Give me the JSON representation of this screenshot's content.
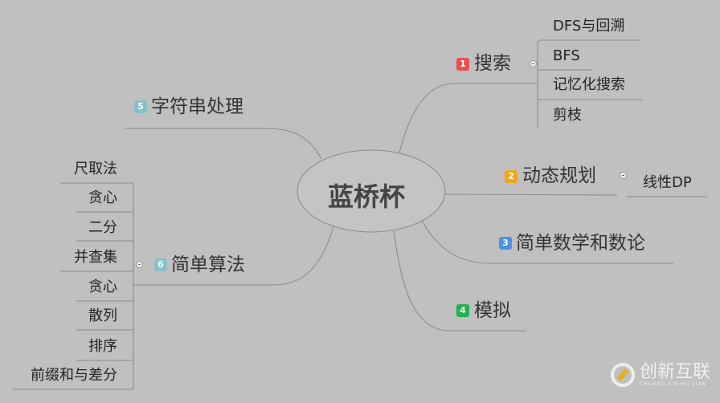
{
  "central_topic": "蓝桥杯",
  "branches": [
    {
      "number": "1",
      "label": "搜索",
      "color": "#e85050",
      "children": [
        "DFS与回溯",
        "BFS",
        "记忆化搜索",
        "剪枝"
      ]
    },
    {
      "number": "2",
      "label": "动态规划",
      "color": "#f0a818",
      "children": [
        "线性DP"
      ]
    },
    {
      "number": "3",
      "label": "简单数学和数论",
      "color": "#4a90e8",
      "children": []
    },
    {
      "number": "4",
      "label": "模拟",
      "color": "#20b050",
      "children": []
    },
    {
      "number": "5",
      "label": "字符串处理",
      "color": "#88c0c8",
      "children": []
    },
    {
      "number": "6",
      "label": "简单算法",
      "color": "#88c0c8",
      "children": [
        "尺取法",
        "贪心",
        "二分",
        "并查集",
        "贪心",
        "散列",
        "排序",
        "前缀和与差分"
      ]
    }
  ],
  "watermark": {
    "name": "创新互联",
    "pinyin": "CHUANG XIN HU LIAN"
  }
}
